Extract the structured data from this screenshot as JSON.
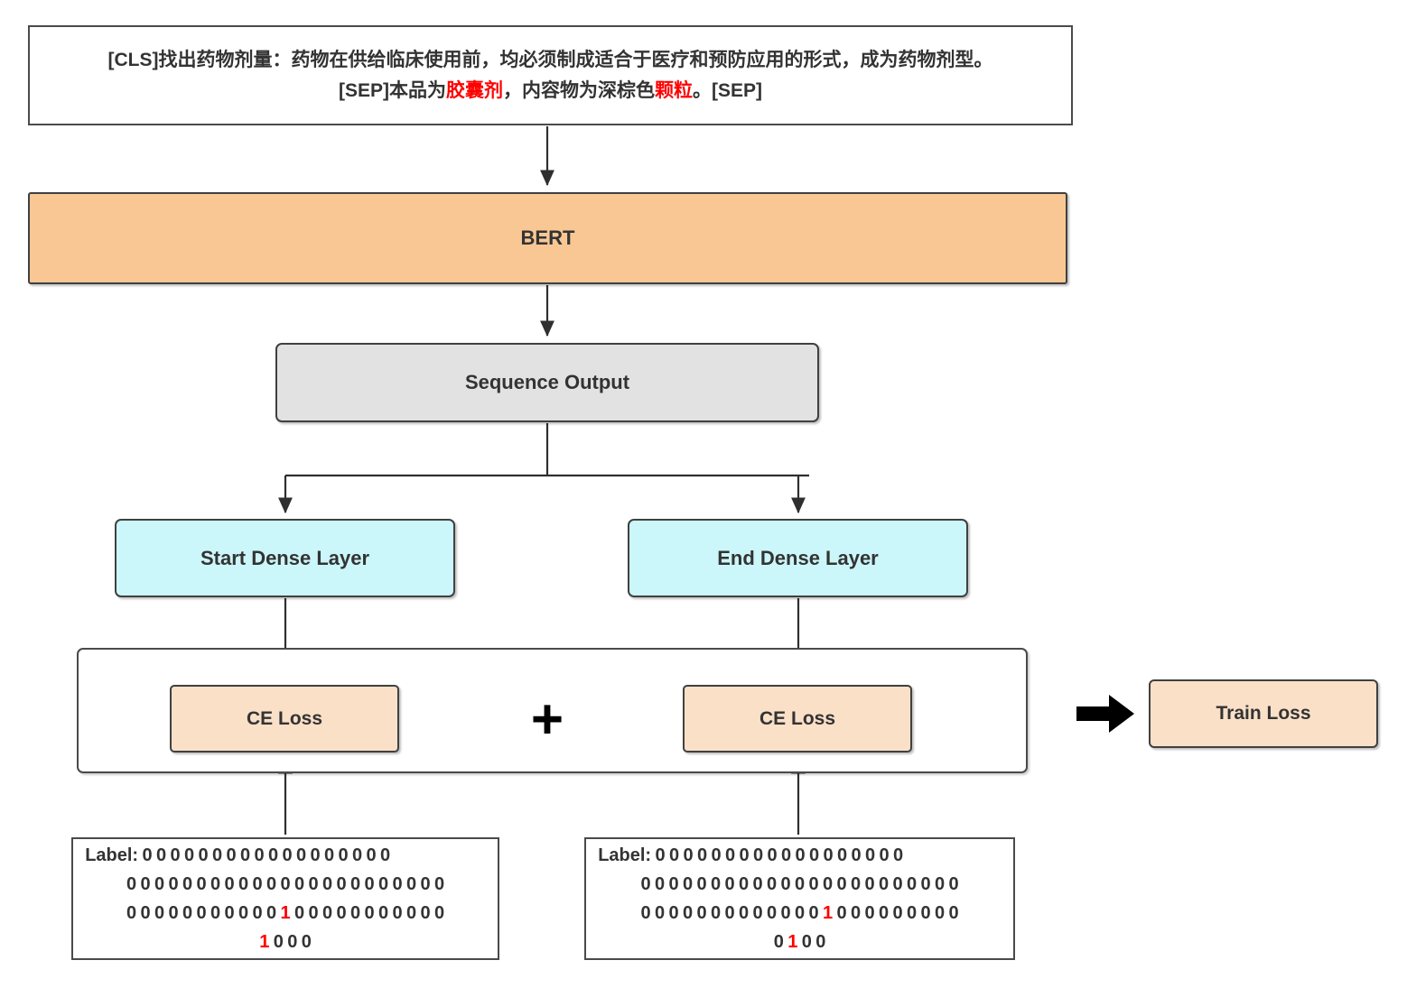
{
  "input": {
    "line1": "[CLS]找出药物剂量：药物在供给临床使用前，均必须制成适合于医疗和预防应用的形式，成为药物剂型。",
    "line2_pre": "[SEP]本品为",
    "line2_hl1": "胶囊剂",
    "line2_mid": "，内容物为深棕色",
    "line2_hl2": "颗粒",
    "line2_post": "。[SEP]"
  },
  "nodes": {
    "bert": "BERT",
    "sequence_output": "Sequence Output",
    "start_dense": "Start Dense Layer",
    "end_dense": "End Dense Layer",
    "ce_loss_start": "CE Loss",
    "ce_loss_end": "CE Loss",
    "train_loss": "Train Loss",
    "plus": "+"
  },
  "labels": {
    "prefix": "Label:",
    "start": {
      "rows": [
        "000000000000000000",
        "00000000000000000000000",
        "00000000000100000000000",
        "1000"
      ]
    },
    "end": {
      "rows": [
        "000000000000000000",
        "00000000000000000000000",
        "00000000000001000000000",
        "0100"
      ]
    }
  },
  "colors": {
    "bert_fill": "#f9c794",
    "sequence_fill": "#e2e2e2",
    "dense_fill": "#ccf7fa",
    "loss_fill": "#fbe0c8",
    "highlight": "#ff0000",
    "stroke": "#3a3a3a"
  }
}
